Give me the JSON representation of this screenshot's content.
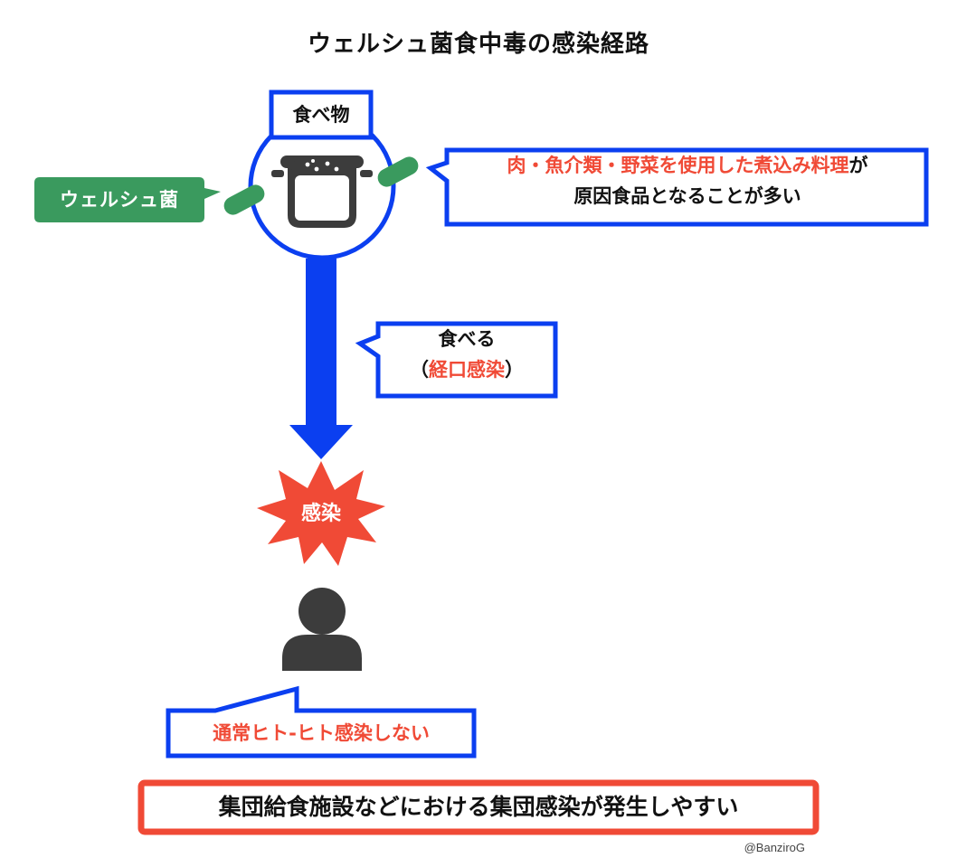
{
  "title": "ウェルシュ菌食中毒の感染経路",
  "food_label": "食べ物",
  "bacteria_label": "ウェルシュ菌",
  "source_note": {
    "highlight": "肉・魚介類・野菜を使用した煮込み料理",
    "suffix": "が",
    "line2": "原因食品となることが多い"
  },
  "eat_note": {
    "line1": "食べる",
    "open_paren": "（",
    "highlight": "経口感染",
    "close_paren": "）"
  },
  "infection_label": "感染",
  "human_to_human_note": "通常ヒト-ヒト感染しない",
  "conclusion": "集団給食施設などにおける集団感染が発生しやすい",
  "credit": "@BanziroG",
  "icons": [
    "cooking-pot-icon",
    "bacteria-icon",
    "person-icon",
    "burst-icon",
    "down-arrow-icon"
  ],
  "colors": {
    "blue": "#0b3ff0",
    "green": "#3a9a5e",
    "red": "#f04a36",
    "icon_gray": "#3c3c3c"
  }
}
